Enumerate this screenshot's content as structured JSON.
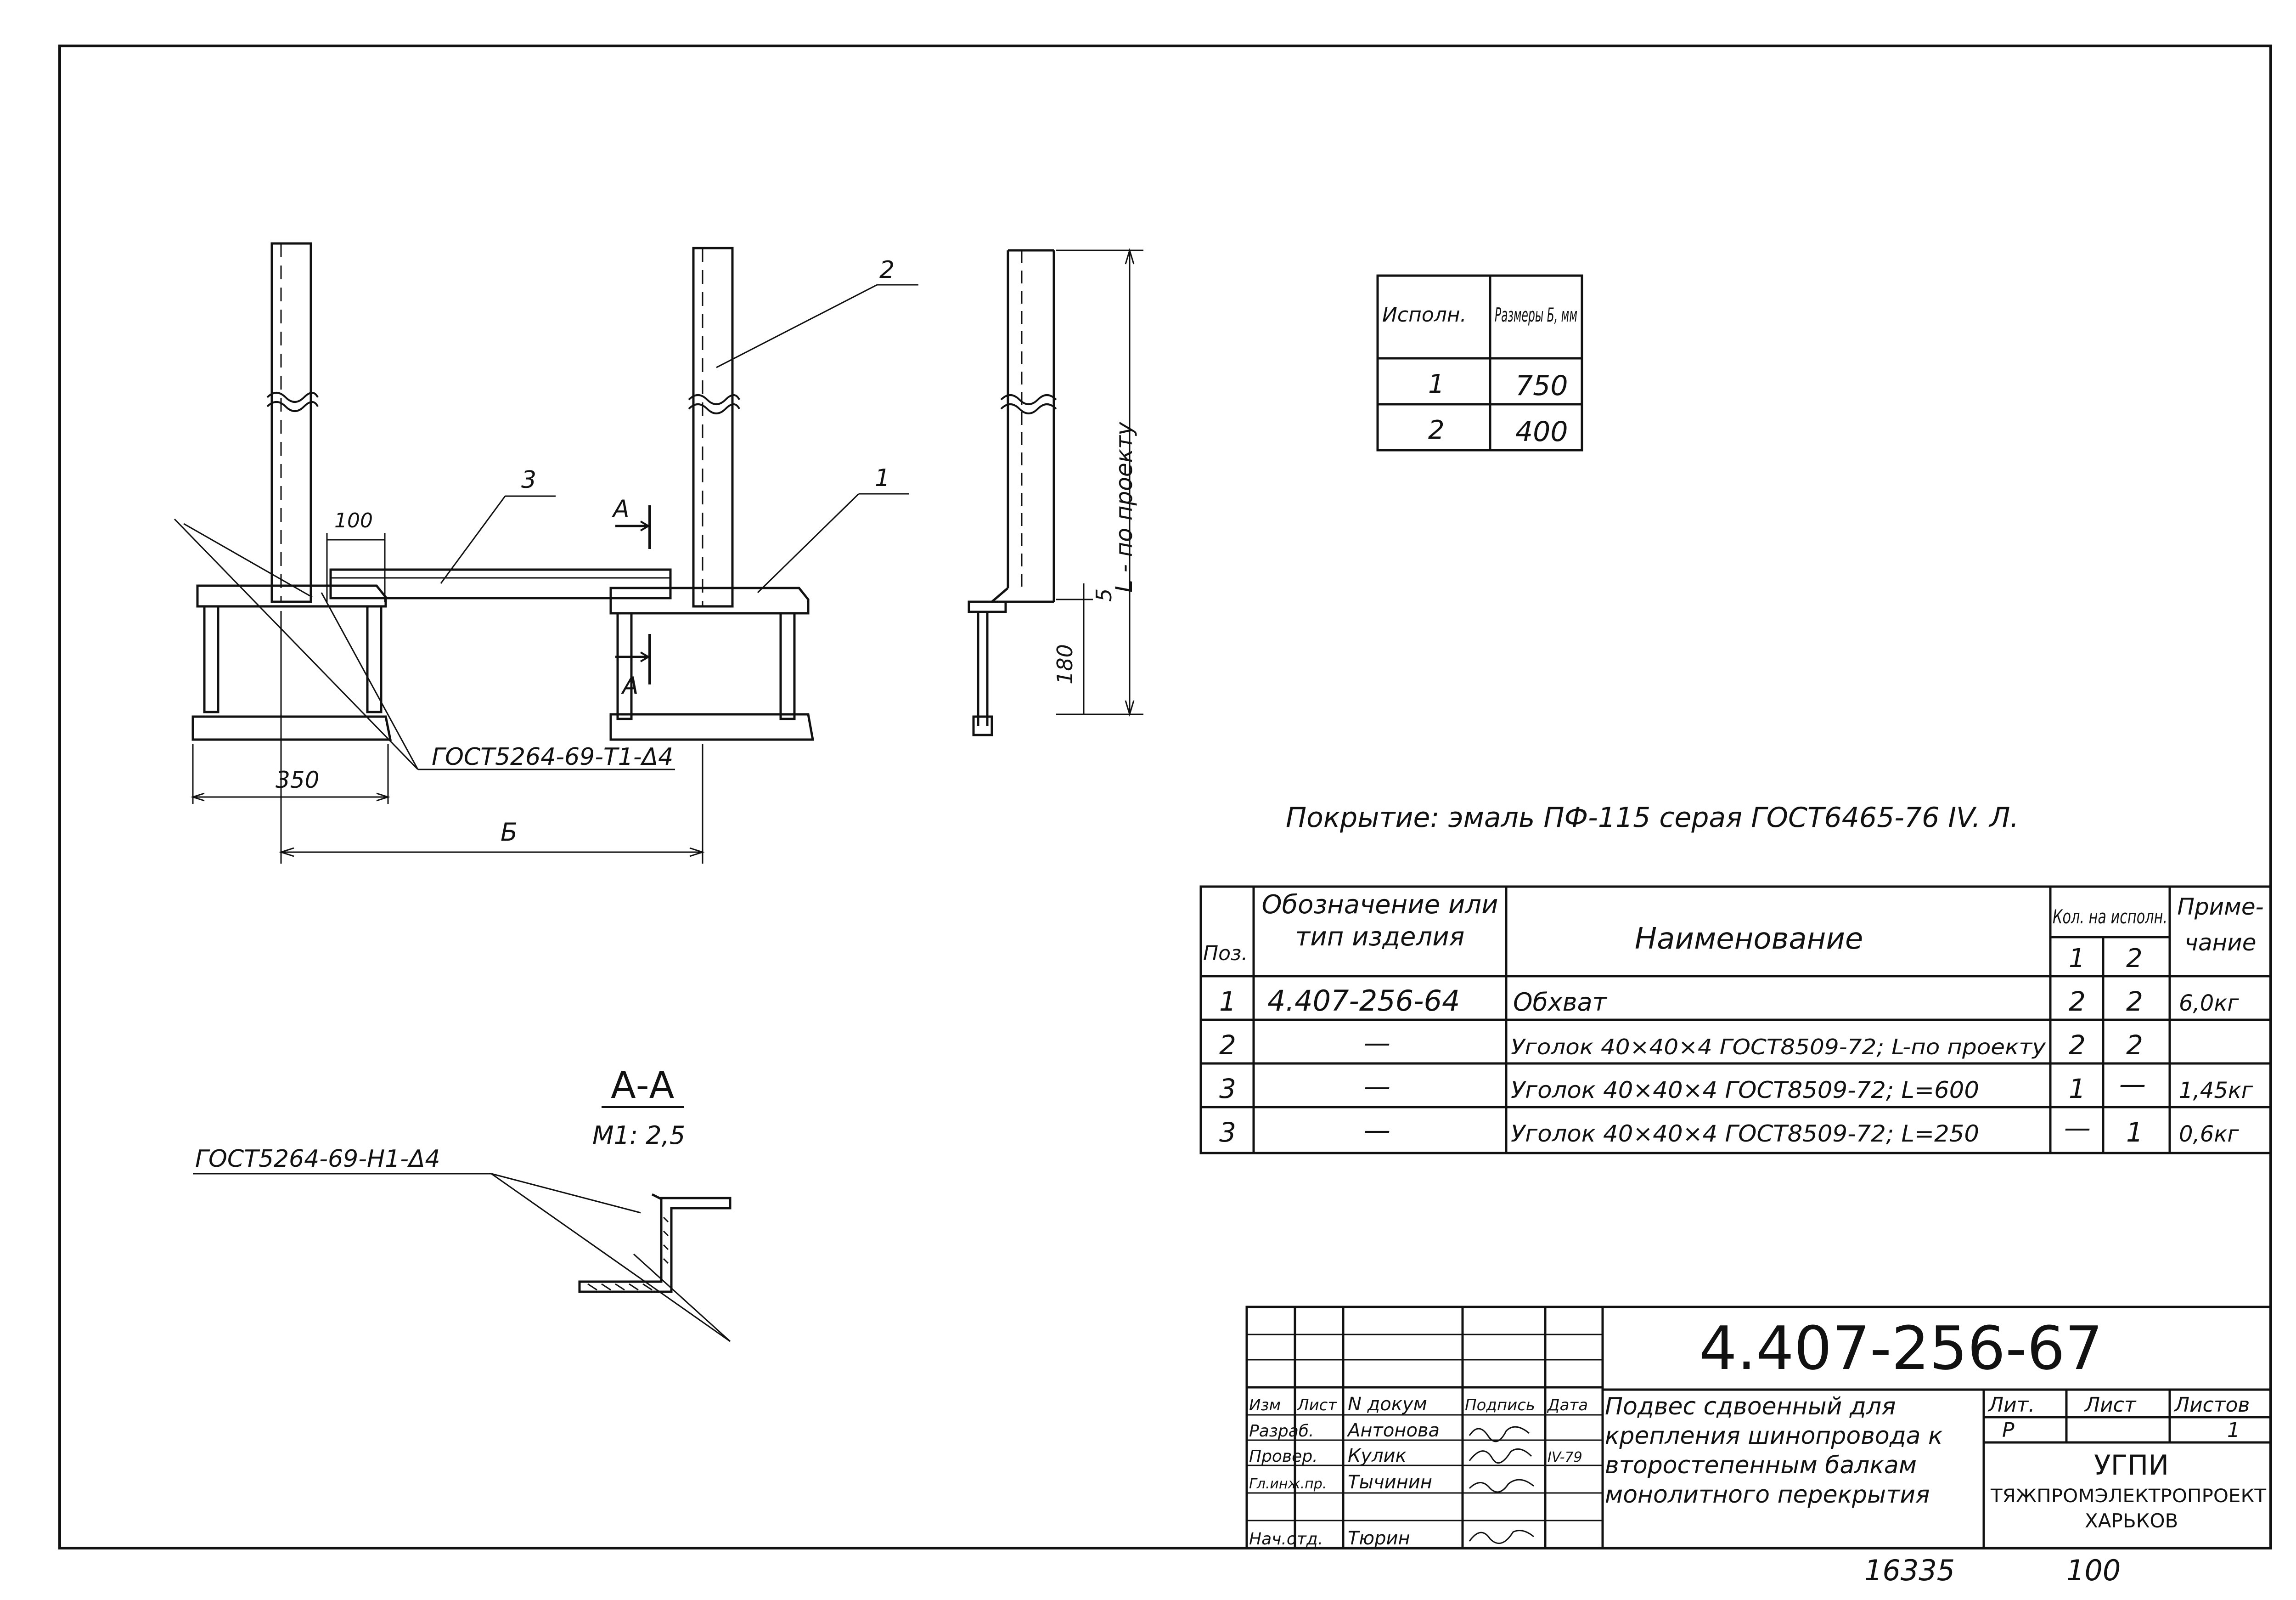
{
  "drawing": {
    "number": "4.407-256-67",
    "coating": "Покрытие: эмаль ПФ-115 серая ГОСТ6465-76 IV. Л.",
    "section_title": "А-А",
    "section_scale": "М1: 2,5",
    "weld_main": "ГОСТ5264-69-Т1-Δ4",
    "weld_section": "ГОСТ5264-69-Н1-Δ4",
    "dim_100": "100",
    "dim_350": "350",
    "dim_b": "Б",
    "dim_5": "5",
    "dim_180": "180",
    "dim_length": "L - по проекту",
    "callout_1": "1",
    "callout_2": "2",
    "callout_3": "3",
    "section_mark": "А",
    "footer_left": "16335",
    "footer_right": "100"
  },
  "variants_table": {
    "headers": [
      "Исполн.",
      "Размеры Б, мм"
    ],
    "rows": [
      [
        "1",
        "750"
      ],
      [
        "2",
        "400"
      ]
    ]
  },
  "spec_table": {
    "h_pos": "Поз.",
    "h_desig": "Обозначение или тип изделия",
    "h_name": "Наименование",
    "h_qty": "Кол. на исполн.",
    "h_q1": "1",
    "h_q2": "2",
    "h_note": "Приме- чание",
    "rows": [
      {
        "pos": "1",
        "desig": "4.407-256-64",
        "name": "Обхват",
        "q1": "2",
        "q2": "2",
        "note": "6,0кг"
      },
      {
        "pos": "2",
        "desig": "—",
        "name": "Уголок 40×40×4 ГОСТ8509-72; L-по проекту",
        "q1": "2",
        "q2": "2",
        "note": ""
      },
      {
        "pos": "3",
        "desig": "—",
        "name": "Уголок 40×40×4 ГОСТ8509-72; L=600",
        "q1": "1",
        "q2": "—",
        "note": "1,45кг"
      },
      {
        "pos": "3",
        "desig": "—",
        "name": "Уголок 40×40×4 ГОСТ8509-72; L=250",
        "q1": "—",
        "q2": "1",
        "note": "0,6кг"
      }
    ]
  },
  "title_block": {
    "h_izm": "Изм",
    "h_list": "Лист",
    "h_doc": "N докум",
    "h_sign": "Подпись",
    "h_date": "Дата",
    "roles": [
      {
        "role": "Разраб.",
        "name": "Антонова",
        "date": ""
      },
      {
        "role": "Провер.",
        "name": "Кулик",
        "date": "IV-79"
      },
      {
        "role": "Гл.инж.пр.",
        "name": "Тычинин",
        "date": ""
      },
      {
        "role": "Нач.отд.",
        "name": "Тюрин",
        "date": ""
      }
    ],
    "title": "Подвес сдвоенный для крепления шинопровода к второстепенным балкам монолитного перекрытия",
    "lit_label": "Лит.",
    "sheet_label": "Лист",
    "sheets_label": "Листов",
    "lit_value": "Р",
    "sheets_value": "1",
    "org_1": "УГПИ",
    "org_2": "ТЯЖПРОМЭЛЕКТРОПРОЕКТ",
    "org_3": "ХАРЬКОВ"
  }
}
